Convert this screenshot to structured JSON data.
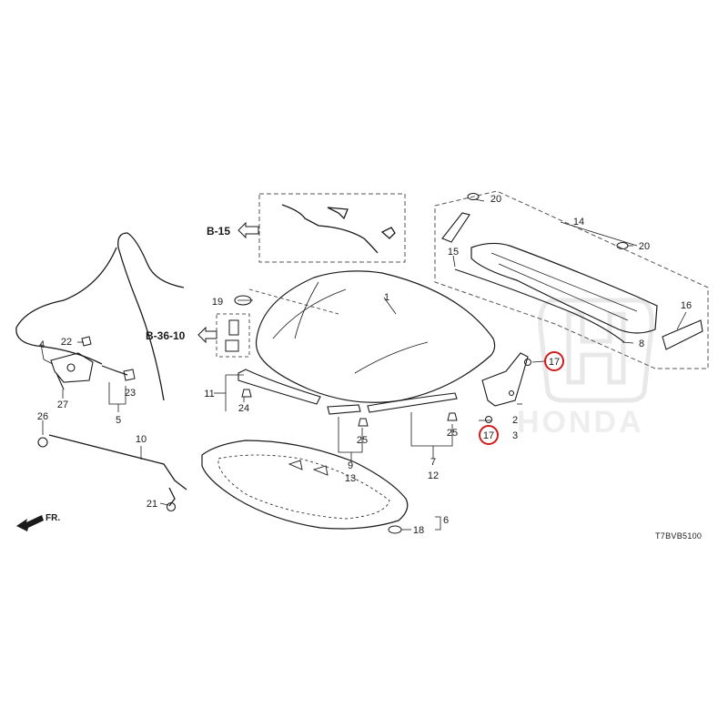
{
  "references": {
    "b15": "B-15",
    "b3610": "B-36-10"
  },
  "front_label": "FR.",
  "diagram_code": "T7BVB5100",
  "watermark": "HONDA",
  "part_numbers": {
    "p1": "1",
    "p2": "2",
    "p3": "3",
    "p4": "4",
    "p5": "5",
    "p6": "6",
    "p7": "7",
    "p8": "8",
    "p9": "9",
    "p10": "10",
    "p11": "11",
    "p12": "12",
    "p13": "13",
    "p14": "14",
    "p15": "15",
    "p16": "16",
    "p17a": "17",
    "p17b": "17",
    "p18": "18",
    "p19": "19",
    "p20a": "20",
    "p20b": "20",
    "p21": "21",
    "p22": "22",
    "p23": "23",
    "p24": "24",
    "p25a": "25",
    "p25b": "25",
    "p26": "26",
    "p27": "27"
  },
  "highlight_color": "#d11a1a",
  "line_color": "#1a1a1a"
}
